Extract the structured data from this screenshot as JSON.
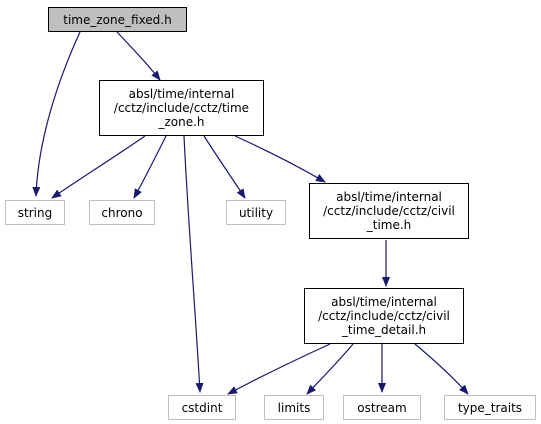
{
  "graph": {
    "nodes": {
      "time_zone_fixed": {
        "lines": [
          "time_zone_fixed.h"
        ]
      },
      "time_zone": {
        "lines": [
          "absl/time/internal",
          "/cctz/include/cctz/time",
          "_zone.h"
        ]
      },
      "string": {
        "lines": [
          "string"
        ]
      },
      "chrono": {
        "lines": [
          "chrono"
        ]
      },
      "utility": {
        "lines": [
          "utility"
        ]
      },
      "civil_time": {
        "lines": [
          "absl/time/internal",
          "/cctz/include/cctz/civil",
          "_time.h"
        ]
      },
      "civil_time_detail": {
        "lines": [
          "absl/time/internal",
          "/cctz/include/cctz/civil",
          "_time_detail.h"
        ]
      },
      "cstdint": {
        "lines": [
          "cstdint"
        ]
      },
      "limits": {
        "lines": [
          "limits"
        ]
      },
      "ostream": {
        "lines": [
          "ostream"
        ]
      },
      "type_traits": {
        "lines": [
          "type_traits"
        ]
      }
    },
    "edges": [
      [
        "time_zone_fixed",
        "string"
      ],
      [
        "time_zone_fixed",
        "time_zone"
      ],
      [
        "time_zone",
        "string"
      ],
      [
        "time_zone",
        "chrono"
      ],
      [
        "time_zone",
        "utility"
      ],
      [
        "time_zone",
        "civil_time"
      ],
      [
        "time_zone",
        "cstdint"
      ],
      [
        "civil_time",
        "civil_time_detail"
      ],
      [
        "civil_time_detail",
        "cstdint"
      ],
      [
        "civil_time_detail",
        "limits"
      ],
      [
        "civil_time_detail",
        "ostream"
      ],
      [
        "civil_time_detail",
        "type_traits"
      ]
    ],
    "colors": {
      "edge": "#191970",
      "focus_fill": "#bfbfbf",
      "external_border": "#bfbfbf",
      "internal_border": "#000000"
    }
  }
}
